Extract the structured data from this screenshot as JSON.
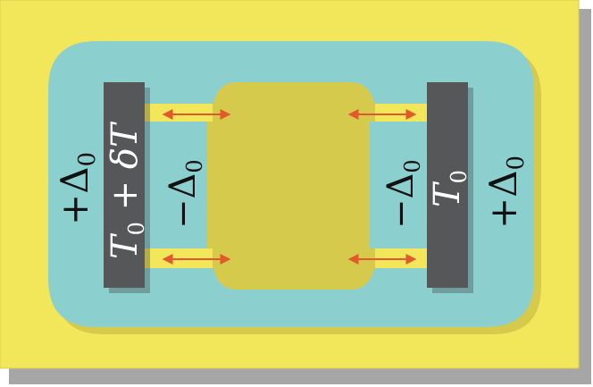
{
  "colors": {
    "background": "#f2e65a",
    "superconductor": "#8ccfcf",
    "reservoir": "#555759",
    "arrow": "#e2592b",
    "shadow": "#a6a6a6"
  },
  "labels": {
    "left_outer_phase": {
      "sign": "+",
      "symbol": "Δ",
      "subscript": "0"
    },
    "left_inner_phase": {
      "sign": "−",
      "symbol": "Δ",
      "subscript": "0"
    },
    "left_temperature": {
      "base": "T",
      "subscript": "0",
      "plus": " + ",
      "delta": "δ",
      "var": "T"
    },
    "right_inner_phase": {
      "sign": "−",
      "symbol": "Δ",
      "subscript": "0"
    },
    "right_temperature": {
      "base": "T",
      "subscript": "0"
    },
    "right_outer_phase": {
      "sign": "+",
      "symbol": "Δ",
      "subscript": "0"
    }
  },
  "junctions": [
    {
      "id": "top-left",
      "direction": "bidirectional"
    },
    {
      "id": "top-right",
      "direction": "bidirectional"
    },
    {
      "id": "bottom-left",
      "direction": "bidirectional"
    },
    {
      "id": "bottom-right",
      "direction": "bidirectional"
    }
  ]
}
